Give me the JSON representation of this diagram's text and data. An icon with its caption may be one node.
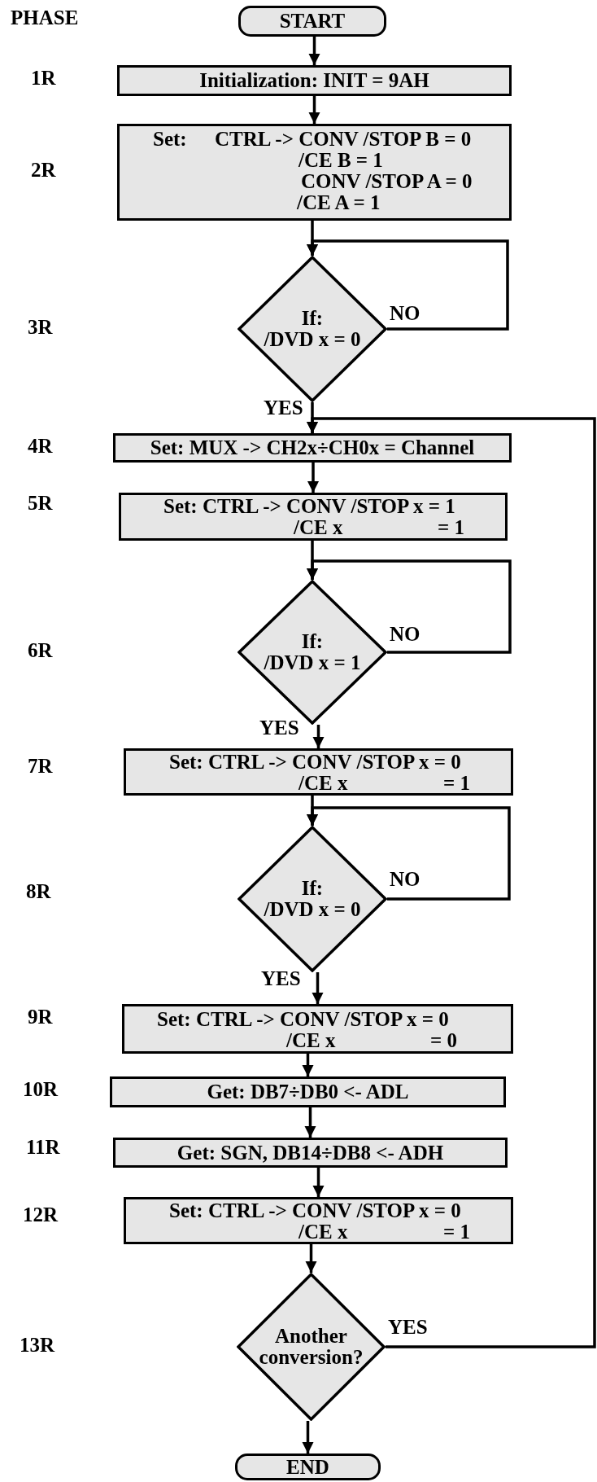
{
  "diagram": {
    "nodes": [
      {
        "text": [
          "START"
        ]
      },
      {
        "text": [
          "Initialization:  INIT =  9AH"
        ]
      },
      {
        "text": [
          "Set:",
          "CTRL -> CONV /STOP B = 0",
          "/CE B = 1",
          "CONV /STOP A = 0",
          "/CE A = 1"
        ]
      },
      {
        "text": [
          "If:",
          "/DVD x = 0"
        ]
      },
      {
        "text": [
          "Set:  MUX -> CH2x÷CH0x = Channel"
        ]
      },
      {
        "text": [
          "Set: CTRL -> CONV /STOP x = 1",
          "/CE x",
          "= 1"
        ]
      },
      {
        "text": [
          "If:",
          "/DVD x = 1"
        ]
      },
      {
        "text": [
          "Set: CTRL -> CONV /STOP x = 0",
          "/CE x",
          "= 1"
        ]
      },
      {
        "text": [
          "If:",
          "/DVD x = 0"
        ]
      },
      {
        "text": [
          "Set: CTRL -> CONV /STOP x = 0",
          "/CE x",
          "= 0"
        ]
      },
      {
        "text": [
          "Get: DB7÷DB0 <- ADL"
        ]
      },
      {
        "text": [
          "Get: SGN, DB14÷DB8 <- ADH"
        ]
      },
      {
        "text": [
          "Set: CTRL -> CONV /STOP x = 0",
          "/CE x",
          "= 1"
        ]
      },
      {
        "text": [
          "Another conversion?"
        ]
      },
      {
        "text": [
          "END"
        ]
      }
    ],
    "edges": [
      {
        "from": 0,
        "to": 1,
        "arrow": "to"
      },
      {
        "from": 1,
        "to": 2,
        "arrow": "to"
      },
      {
        "from": 2,
        "to": 3,
        "arrow": "to"
      },
      {
        "from": 3,
        "to": 3,
        "arrow": "to",
        "label": "NO"
      },
      {
        "from": 3,
        "to": 4,
        "arrow": "to",
        "label": "YES"
      },
      {
        "from": 4,
        "to": 5,
        "arrow": "to"
      },
      {
        "from": 5,
        "to": 6,
        "arrow": "to"
      },
      {
        "from": 6,
        "to": 6,
        "arrow": "to",
        "label": "NO"
      },
      {
        "from": 6,
        "to": 7,
        "arrow": "to",
        "label": "YES"
      },
      {
        "from": 7,
        "to": 8,
        "arrow": "to"
      },
      {
        "from": 8,
        "to": 8,
        "arrow": "to",
        "label": "NO"
      },
      {
        "from": 8,
        "to": 9,
        "arrow": "to",
        "label": "YES"
      },
      {
        "from": 9,
        "to": 10,
        "arrow": "to"
      },
      {
        "from": 10,
        "to": 11,
        "arrow": "to"
      },
      {
        "from": 11,
        "to": 12,
        "arrow": "to"
      },
      {
        "from": 12,
        "to": 13,
        "arrow": "to"
      },
      {
        "from": 13,
        "to": 4,
        "arrow": "to",
        "label": "YES"
      },
      {
        "from": 13,
        "to": 14,
        "arrow": "to"
      }
    ],
    "labels": [
      "PHASE",
      "1R",
      "2R",
      "3R",
      "4R",
      "5R",
      "6R",
      "7R",
      "8R",
      "9R",
      "10R",
      "11R",
      "12R",
      "13R"
    ]
  }
}
